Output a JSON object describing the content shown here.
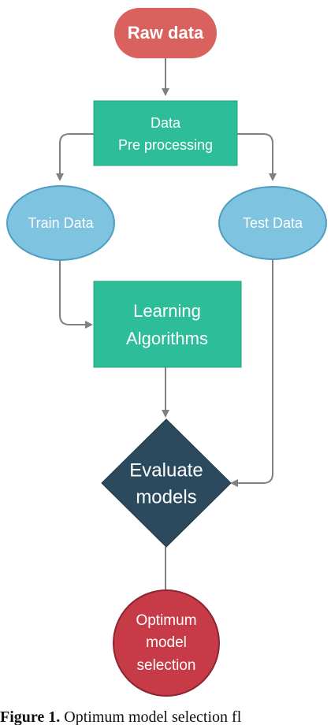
{
  "nodes": {
    "raw_data": "Raw data",
    "preprocessing_line1": "Data",
    "preprocessing_line2": "Pre processing",
    "train_data": "Train Data",
    "test_data": "Test Data",
    "learning_line1": "Learning",
    "learning_line2": "Algorithms",
    "evaluate_line1": "Evaluate",
    "evaluate_line2": "models",
    "optimum_line1": "Optimum",
    "optimum_line2": "model",
    "optimum_line3": "selection"
  },
  "caption": {
    "label": "Figure 1.",
    "text": "Optimum model selection fl"
  },
  "colors": {
    "start_node": "#d9625e",
    "process_node": "#2dbd98",
    "data_node": "#7ec4e0",
    "decision_node": "#2b4a5e",
    "end_node": "#c63b47",
    "connector": "#808080"
  }
}
